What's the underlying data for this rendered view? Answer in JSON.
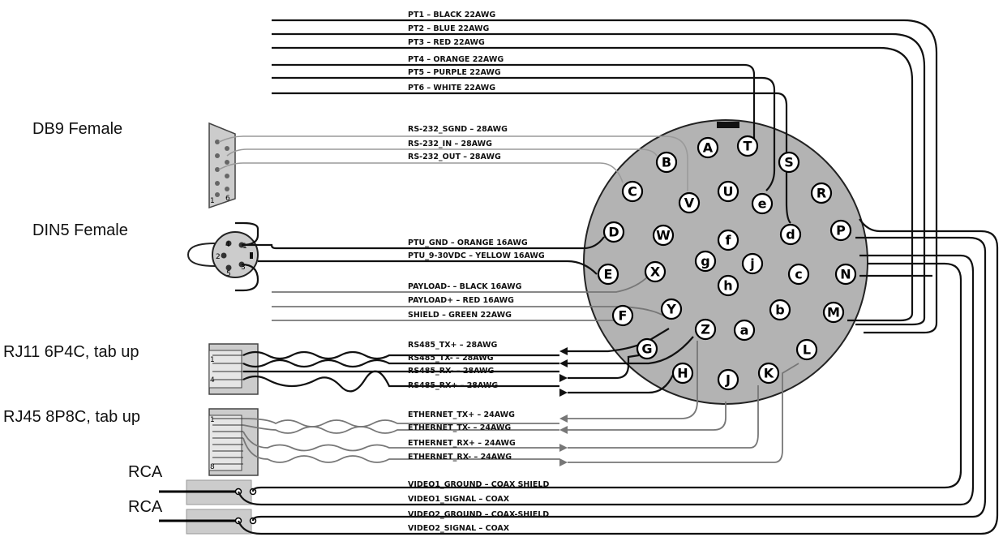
{
  "colors": {
    "connector_body": "#b3b3b3",
    "connector_outline": "#222222",
    "pin_fill": "#ffffff",
    "wire_dark": "#111111",
    "wire_gray": "#777777",
    "jack_fill": "#cccccc"
  },
  "connectors": {
    "db9": "DB9 Female",
    "din5": "DIN5 Female",
    "rj11": "RJ11 6P4C, tab up",
    "rj45": "RJ45 8P8C, tab up",
    "rca1": "RCA",
    "rca2": "RCA"
  },
  "small_labels": {
    "db9_pin1": "1",
    "db9_pin6": "6",
    "din_1": "1",
    "din_2": "2",
    "din_3": "3",
    "din_4": "4",
    "din_5": "5",
    "rj11_pin1": "1",
    "rj11_pin4": "4",
    "rj45_pin1": "1",
    "rj45_pin8": "8"
  },
  "wires": [
    "PT1 – BLACK 22AWG",
    "PT2 – BLUE 22AWG",
    "PT3 – RED 22AWG",
    "PT4 – ORANGE 22AWG",
    "PT5 – PURPLE 22AWG",
    "PT6 – WHITE 22AWG",
    "RS-232_SGND – 28AWG",
    "RS-232_IN – 28AWG",
    "RS-232_OUT – 28AWG",
    "PTU_GND – ORANGE 16AWG",
    "PTU_9-30VDC – YELLOW 16AWG",
    "PAYLOAD- – BLACK 16AWG",
    "PAYLOAD+ – RED 16AWG",
    "SHIELD – GREEN 22AWG",
    "RS485_TX+ – 28AWG",
    "RS485_TX- – 28AWG",
    "RS485_RX- – 28AWG",
    "RS485_RX+ – 28AWG",
    "ETHERNET_TX+ – 24AWG",
    "ETHERNET_TX- – 24AWG",
    "ETHERNET_RX+ – 24AWG",
    "ETHERNET_RX- – 24AWG",
    "VIDEO1_GROUND – COAX SHIELD",
    "VIDEO1_SIGNAL – COAX",
    "VIDEO2_GROUND – COAX-SHIELD",
    "VIDEO2_SIGNAL – COAX"
  ],
  "pins": [
    "A",
    "T",
    "B",
    "C",
    "V",
    "U",
    "e",
    "S",
    "R",
    "D",
    "W",
    "f",
    "g",
    "j",
    "d",
    "P",
    "E",
    "X",
    "h",
    "c",
    "N",
    "F",
    "Y",
    "b",
    "M",
    "Z",
    "a",
    "G",
    "H",
    "J",
    "K",
    "L"
  ]
}
